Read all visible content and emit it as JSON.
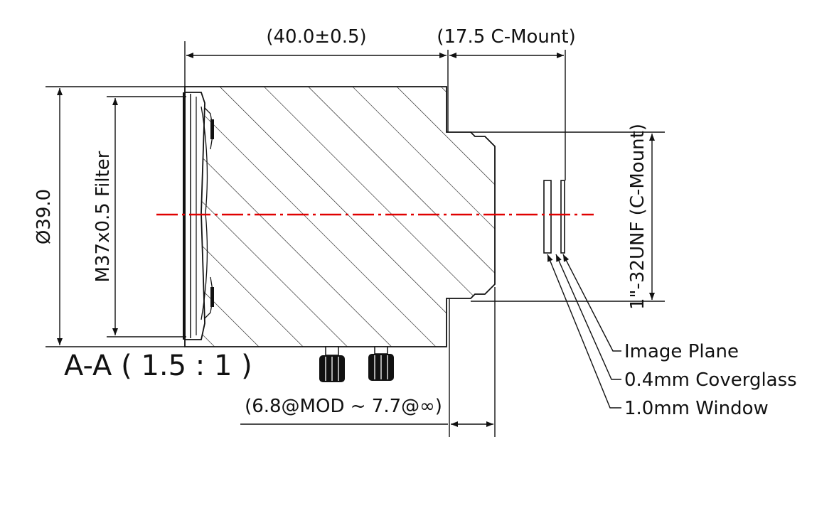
{
  "dimensions": {
    "body_length": "(40.0±0.5)",
    "flange_distance": "(17.5 C-Mount)",
    "outer_diameter": "Ø39.0",
    "filter_thread": "M37x0.5 Filter",
    "mount_thread": "1\"-32UNF (C-Mount)",
    "back_focus": "(6.8@MOD ~ 7.7@∞)"
  },
  "section_label": "A-A ( 1.5 : 1 )",
  "callouts": {
    "image_plane": "Image Plane",
    "coverglass": "0.4mm Coverglass",
    "window": "1.0mm Window"
  },
  "colors": {
    "line": "#111111",
    "axis": "#e00000"
  }
}
